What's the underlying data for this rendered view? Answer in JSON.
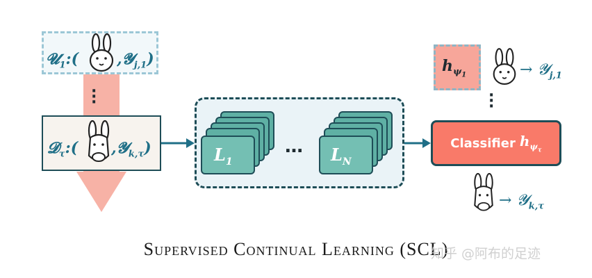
{
  "u1": {
    "set": "𝓤",
    "sub": "1",
    "colon": ":(",
    "label": "𝓨",
    "label_sub": "j,1",
    "close": ")"
  },
  "dtau": {
    "set": "𝓓",
    "sub": "τ",
    "colon": ":(",
    "label": "𝓨",
    "label_sub": "k,τ",
    "close": ")"
  },
  "model": {
    "first_layer": "L",
    "first_sub": "1",
    "ellipsis": "…",
    "last_layer": "L",
    "last_sub": "N"
  },
  "h1": {
    "symbol": "h",
    "sub": "ψ",
    "subsub": "1"
  },
  "output1": {
    "arrow": "→",
    "label": "𝓨",
    "label_sub": "j,1"
  },
  "classifier": {
    "text": "Classifier",
    "symbol": "h",
    "sub": "ψ",
    "subsub": "τ"
  },
  "output2": {
    "arrow": "→",
    "label": "𝓨",
    "label_sub": "k,τ"
  },
  "caption": "Supervised Continual Learning (SCL)",
  "watermark": "知乎 @阿布的足迹",
  "colors": {
    "teal": "#1f6f87",
    "dark": "#1e4d57",
    "layer": "#5fb0a4",
    "salmon": "#f97a69",
    "pink_arrow": "#f7b2a6"
  }
}
